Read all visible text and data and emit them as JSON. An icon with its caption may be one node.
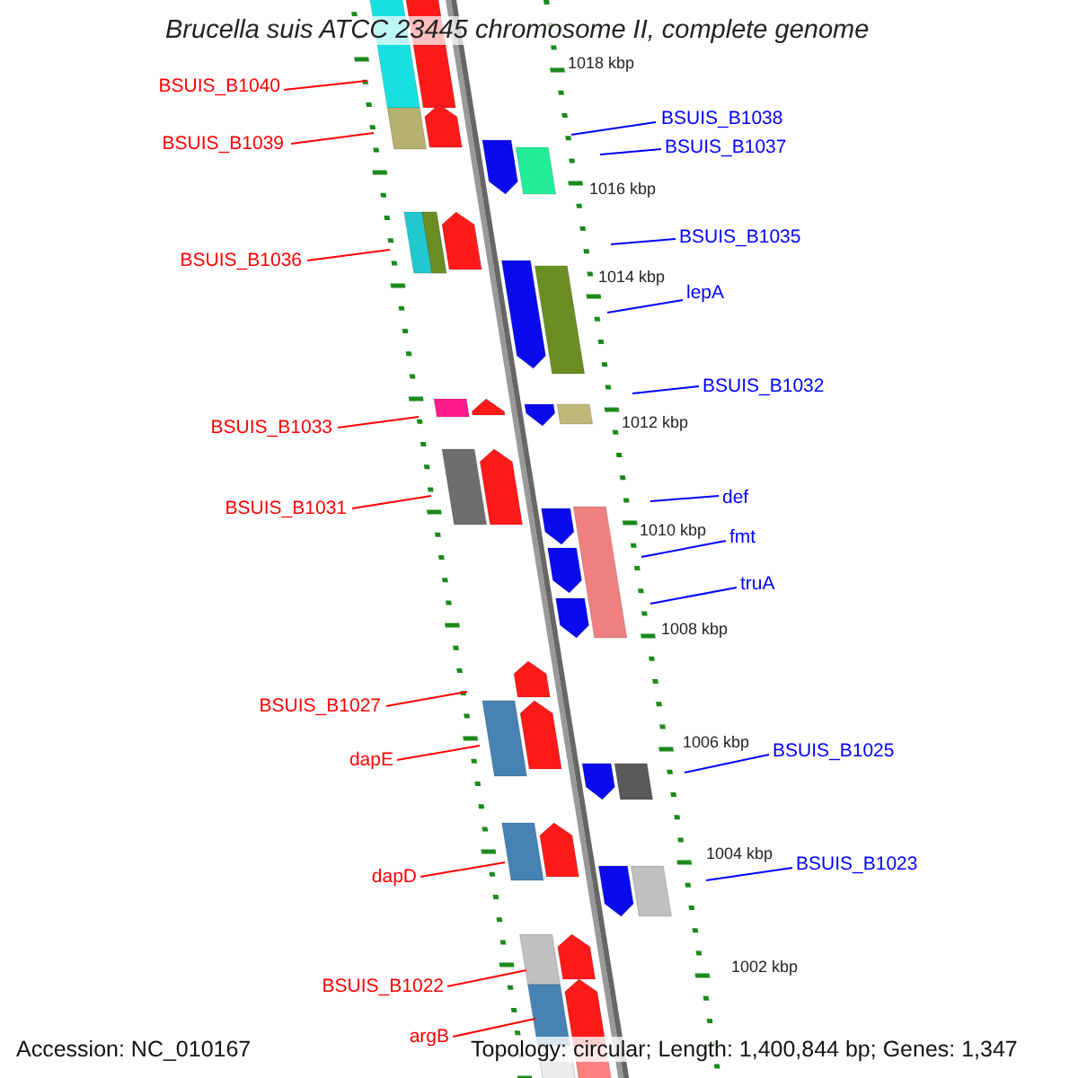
{
  "diagram": {
    "title": "Brucella suis ATCC 23445 chromosome II, complete genome",
    "nodes": [
      {
        "text": [
          "BSUIS_B1040"
        ]
      },
      {
        "text": [
          "BSUIS_B1038"
        ]
      },
      {
        "text": [
          "BSUIS_B1039"
        ]
      },
      {
        "text": [
          "BSUIS_B1037"
        ]
      },
      {
        "text": [
          "BSUIS_B1035"
        ]
      },
      {
        "text": [
          "BSUIS_B1036"
        ]
      },
      {
        "text": [
          "lepA"
        ]
      },
      {
        "text": [
          "BSUIS_B1032"
        ]
      },
      {
        "text": [
          "BSUIS_B1033"
        ]
      },
      {
        "text": [
          "def"
        ]
      },
      {
        "text": [
          "BSUIS_B1031"
        ]
      },
      {
        "text": [
          "fmt"
        ]
      },
      {
        "text": [
          "truA"
        ]
      },
      {
        "text": [
          "BSUIS_B1027"
        ]
      },
      {
        "text": [
          "BSUIS_B1025"
        ]
      },
      {
        "text": [
          "dapE"
        ]
      },
      {
        "text": [
          "BSUIS_B1023"
        ]
      },
      {
        "text": [
          "dapD"
        ]
      },
      {
        "text": [
          "BSUIS_B1022"
        ]
      },
      {
        "text": [
          "argB"
        ]
      }
    ],
    "edges": [
      {
        "from": 0,
        "to": null,
        "arrow": "none"
      },
      {
        "from": 1,
        "to": null,
        "arrow": "none",
        "color": "#0000ff"
      },
      {
        "from": 2,
        "to": null,
        "arrow": "none"
      },
      {
        "from": 3,
        "to": null,
        "arrow": "none",
        "color": "#0000ff"
      },
      {
        "from": 4,
        "to": null,
        "arrow": "none",
        "color": "#0000ff"
      },
      {
        "from": 5,
        "to": null,
        "arrow": "none"
      },
      {
        "from": 6,
        "to": null,
        "arrow": "none",
        "color": "#0000ff"
      },
      {
        "from": 7,
        "to": null,
        "arrow": "none",
        "color": "#0000ff"
      },
      {
        "from": 8,
        "to": null,
        "arrow": "none"
      },
      {
        "from": 9,
        "to": null,
        "arrow": "none",
        "color": "#0000ff"
      },
      {
        "from": 10,
        "to": null,
        "arrow": "none"
      },
      {
        "from": 11,
        "to": null,
        "arrow": "none",
        "color": "#0000ff"
      },
      {
        "from": 12,
        "to": null,
        "arrow": "none",
        "color": "#0000ff"
      },
      {
        "from": 13,
        "to": null,
        "arrow": "none"
      },
      {
        "from": 14,
        "to": null,
        "arrow": "none",
        "color": "#0000ff"
      },
      {
        "from": 15,
        "to": null,
        "arrow": "none"
      },
      {
        "from": 16,
        "to": null,
        "arrow": "none",
        "color": "#0000ff"
      },
      {
        "from": 17,
        "to": null,
        "arrow": "none"
      },
      {
        "from": 18,
        "to": null,
        "arrow": "none"
      },
      {
        "from": 19,
        "to": null,
        "arrow": "none"
      }
    ],
    "labels": [
      "1018 kbp",
      "1016 kbp",
      "1014 kbp",
      "1012 kbp",
      "1010 kbp",
      "1008 kbp",
      "1006 kbp",
      "1004 kbp",
      "1002 kbp",
      "Accession: NC_010167",
      "Topology: circular; Length: 1,400,844 bp; Genes: 1,347"
    ]
  }
}
